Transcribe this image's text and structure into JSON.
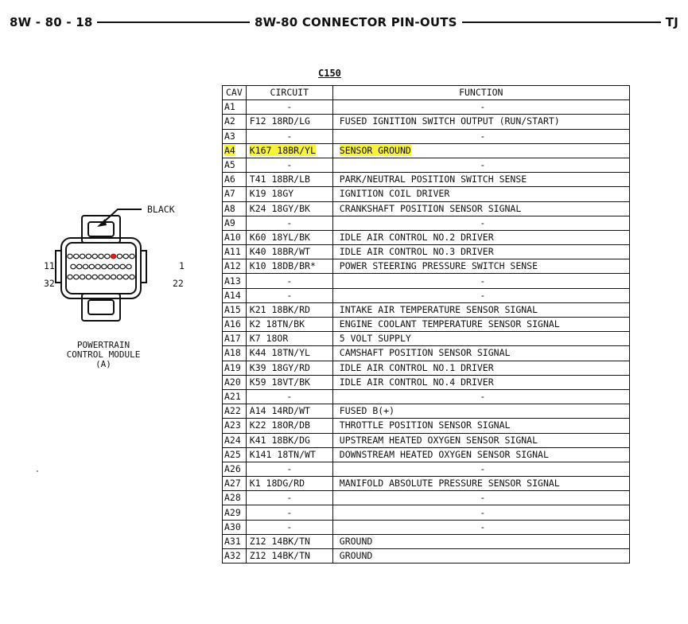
{
  "header": {
    "left": "8W - 80 - 18",
    "center": "8W-80 CONNECTOR PIN-OUTS",
    "right": "TJ"
  },
  "connector": {
    "id": "C150",
    "color_label": "BLACK",
    "pin_left_top": "11",
    "pin_left_bottom": "32",
    "pin_right_top": "1",
    "pin_right_bottom": "22",
    "caption_lines": [
      "POWERTRAIN",
      "CONTROL MODULE",
      "(A)"
    ]
  },
  "table": {
    "headers": {
      "cav": "CAV",
      "circuit": "CIRCUIT",
      "function": "FUNCTION"
    },
    "highlight_color": "#f7f23a",
    "rows": [
      {
        "cav": "A1",
        "circuit": "-",
        "function": "-"
      },
      {
        "cav": "A2",
        "circuit": "F12 18RD/LG",
        "function": "FUSED IGNITION SWITCH OUTPUT (RUN/START)"
      },
      {
        "cav": "A3",
        "circuit": "-",
        "function": "-"
      },
      {
        "cav": "A4",
        "circuit": "K167 18BR/YL",
        "function": "SENSOR GROUND",
        "highlight": true
      },
      {
        "cav": "A5",
        "circuit": "-",
        "function": "-"
      },
      {
        "cav": "A6",
        "circuit": "T41 18BR/LB",
        "function": "PARK/NEUTRAL POSITION SWITCH SENSE"
      },
      {
        "cav": "A7",
        "circuit": "K19 18GY",
        "function": "IGNITION COIL DRIVER"
      },
      {
        "cav": "A8",
        "circuit": "K24 18GY/BK",
        "function": "CRANKSHAFT POSITION SENSOR SIGNAL"
      },
      {
        "cav": "A9",
        "circuit": "-",
        "function": "-"
      },
      {
        "cav": "A10",
        "circuit": "K60 18YL/BK",
        "function": "IDLE AIR CONTROL NO.2 DRIVER"
      },
      {
        "cav": "A11",
        "circuit": "K40 18BR/WT",
        "function": "IDLE AIR CONTROL NO.3 DRIVER"
      },
      {
        "cav": "A12",
        "circuit": "K10 18DB/BR*",
        "function": "POWER STEERING PRESSURE SWITCH SENSE"
      },
      {
        "cav": "A13",
        "circuit": "-",
        "function": "-"
      },
      {
        "cav": "A14",
        "circuit": "-",
        "function": "-"
      },
      {
        "cav": "A15",
        "circuit": "K21 18BK/RD",
        "function": "INTAKE AIR TEMPERATURE SENSOR SIGNAL"
      },
      {
        "cav": "A16",
        "circuit": "K2 18TN/BK",
        "function": "ENGINE COOLANT TEMPERATURE SENSOR SIGNAL"
      },
      {
        "cav": "A17",
        "circuit": "K7 18OR",
        "function": "5 VOLT SUPPLY"
      },
      {
        "cav": "A18",
        "circuit": "K44 18TN/YL",
        "function": "CAMSHAFT POSITION SENSOR SIGNAL"
      },
      {
        "cav": "A19",
        "circuit": "K39 18GY/RD",
        "function": "IDLE AIR CONTROL NO.1 DRIVER"
      },
      {
        "cav": "A20",
        "circuit": "K59 18VT/BK",
        "function": "IDLE AIR CONTROL NO.4 DRIVER"
      },
      {
        "cav": "A21",
        "circuit": "-",
        "function": "-"
      },
      {
        "cav": "A22",
        "circuit": "A14 14RD/WT",
        "function": "FUSED B(+)"
      },
      {
        "cav": "A23",
        "circuit": "K22 18OR/DB",
        "function": "THROTTLE POSITION SENSOR SIGNAL"
      },
      {
        "cav": "A24",
        "circuit": "K41 18BK/DG",
        "function": "UPSTREAM HEATED OXYGEN SENSOR SIGNAL"
      },
      {
        "cav": "A25",
        "circuit": "K141 18TN/WT",
        "function": "DOWNSTREAM HEATED OXYGEN SENSOR SIGNAL"
      },
      {
        "cav": "A26",
        "circuit": "-",
        "function": "-"
      },
      {
        "cav": "A27",
        "circuit": "K1 18DG/RD",
        "function": "MANIFOLD ABSOLUTE PRESSURE SENSOR SIGNAL"
      },
      {
        "cav": "A28",
        "circuit": "-",
        "function": "-"
      },
      {
        "cav": "A29",
        "circuit": "-",
        "function": "-"
      },
      {
        "cav": "A30",
        "circuit": "-",
        "function": "-"
      },
      {
        "cav": "A31",
        "circuit": "Z12 14BK/TN",
        "function": "GROUND"
      },
      {
        "cav": "A32",
        "circuit": "Z12 14BK/TN",
        "function": "GROUND"
      }
    ]
  }
}
